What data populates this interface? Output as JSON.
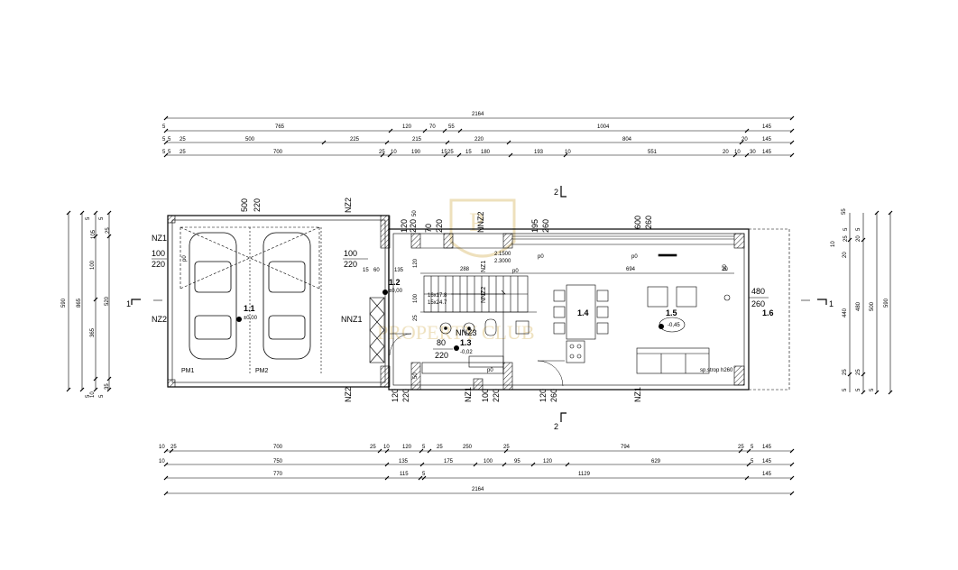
{
  "dimensions": {
    "top": {
      "overall": "2164",
      "row1": [
        "5",
        "765",
        "120",
        "70",
        "55",
        "1004",
        "145"
      ],
      "row2": [
        "5",
        "5",
        "25",
        "500",
        "225",
        "215",
        "220",
        "804",
        "20",
        "145"
      ],
      "row3": [
        "5",
        "5",
        "25",
        "700",
        "25",
        "10",
        "190",
        "15",
        "25",
        "15",
        "180",
        "193",
        "10",
        "551",
        "20",
        "10",
        "30",
        "145"
      ]
    },
    "bottom": {
      "row1": [
        "10",
        "25",
        "700",
        "25",
        "10",
        "120",
        "5",
        "25",
        "250",
        "25",
        "794",
        "25",
        "5",
        "145"
      ],
      "row2": [
        "10",
        "750",
        "135",
        "175",
        "100",
        "95",
        "120",
        "629",
        "5",
        "145"
      ],
      "row3": [
        "770",
        "115",
        "5",
        "1129",
        "145"
      ],
      "overall": "2164"
    },
    "left": [
      "5",
      "5",
      "105",
      "25",
      "100",
      "520",
      "365",
      "865",
      "590",
      "10",
      "35",
      "5",
      "5"
    ],
    "right": [
      "55",
      "5",
      "5",
      "25",
      "20",
      "10",
      "20",
      "440",
      "480",
      "500",
      "590",
      "25",
      "25",
      "5",
      "5",
      "5"
    ]
  },
  "rooms": {
    "r11": {
      "num": "1.1",
      "level": "±0,00"
    },
    "r12": {
      "num": "1.2",
      "level": "±0,00"
    },
    "r13": {
      "num": "1.3",
      "level": "-0,02"
    },
    "r14": {
      "num": "1.4"
    },
    "r15": {
      "num": "1.5",
      "level": "-0,45"
    },
    "r16": {
      "num": "1.6"
    }
  },
  "openings": {
    "nz1": "NZ1",
    "nz2": "NZ2",
    "nnz1": "NNZ1",
    "nnz2": "NNZ2",
    "nnz3": "NNZ3",
    "nz1_w": "100",
    "nz1_h": "220",
    "nz2_dim1": "500",
    "nz2_dim2": "220",
    "door12_w": "100",
    "door12_h": "220",
    "door13_w": "80",
    "door13_h": "220",
    "win_top_w": "600",
    "win_top_h": "260",
    "win_top2_w": "195",
    "win_top2_h": "260",
    "win_right_w": "480",
    "win_right_h": "260",
    "win_bot1_w": "120",
    "win_bot1_h": "220",
    "win_bot2_w": "100",
    "win_bot2_h": "220",
    "win_bot3_w": "120",
    "win_bot3_h": "260",
    "win_small_w": "120",
    "win_small_h": "220",
    "win_small2_w": "70",
    "win_small2_h": "220",
    "pd_50": "50"
  },
  "annotations": {
    "pm1": "PM1",
    "pm2": "PM2",
    "p0": "p0",
    "stairs1": "16x17.8",
    "stairs2": "15x24.7",
    "stairs3": "2.1500",
    "stairs4": "2.3000",
    "ceiling": "sp.strop h260",
    "d15": "15",
    "d60": "60",
    "d135": "135",
    "d288": "288",
    "d694": "694",
    "d20": "20",
    "d50": "50",
    "d100": "100",
    "d25": "25",
    "section1": "1",
    "section2": "2"
  },
  "watermark": "PROPERTY CLUB",
  "colors": {
    "line": "#000000",
    "watermark": "#e2cc8f",
    "hatch": "#000000"
  }
}
